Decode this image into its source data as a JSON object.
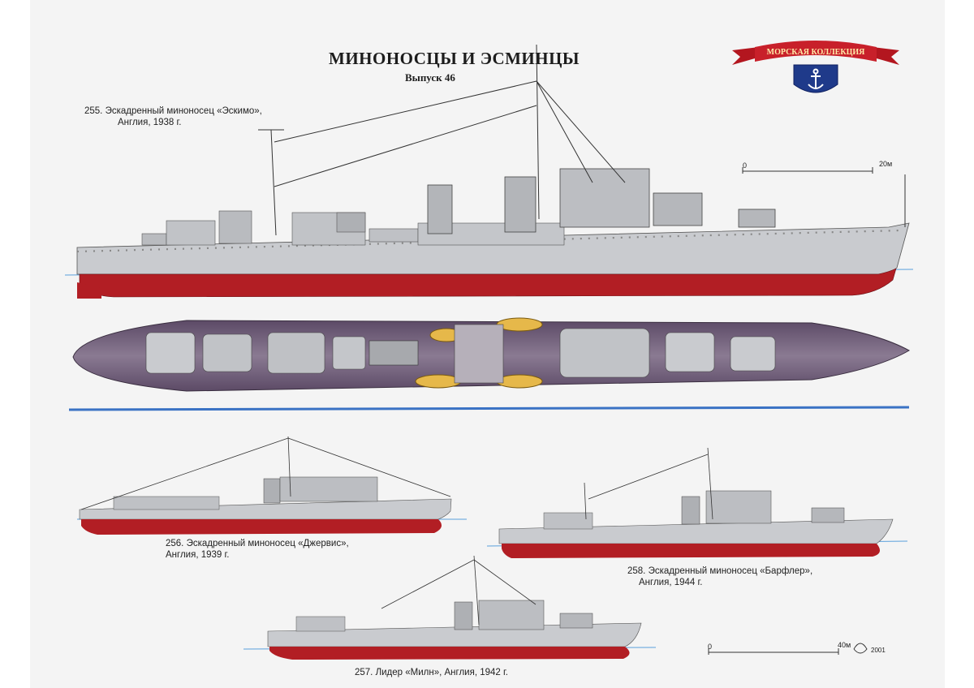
{
  "header": {
    "title": "МИНОНОСЦЫ И ЭСМИНЦЫ",
    "issue": "Выпуск 46"
  },
  "logo": {
    "text": "МОРСКАЯ КОЛЛЕКЦИЯ",
    "icon": "anchor-icon",
    "ribbon_color": "#c8202a",
    "shield_color": "#1f3a8a"
  },
  "ships": [
    {
      "line1": "255. Эскадренный миноносец «Эскимо»,",
      "line2": "Англия, 1938 г."
    },
    {
      "line1": "256. Эскадренный миноносец «Джервис»,",
      "line2": "Англия, 1939 г."
    },
    {
      "line1": "258. Эскадренный миноносец «Барфлер»,",
      "line2": "Англия, 1944 г."
    },
    {
      "line1": "257. Лидер «Милн», Англия, 1942 г.",
      "line2": ""
    }
  ],
  "scales": {
    "top": {
      "start": "0",
      "end": "20м"
    },
    "bottom": {
      "start": "0",
      "end": "40м"
    }
  },
  "signature": {
    "year": "2001"
  },
  "colors": {
    "hull_gray": "#c9cbcf",
    "hull_red": "#b21e24",
    "deck_purple": "#7d6b85",
    "divider_blue": "#3a72c4",
    "waterline_blue": "#5aa0dc"
  }
}
